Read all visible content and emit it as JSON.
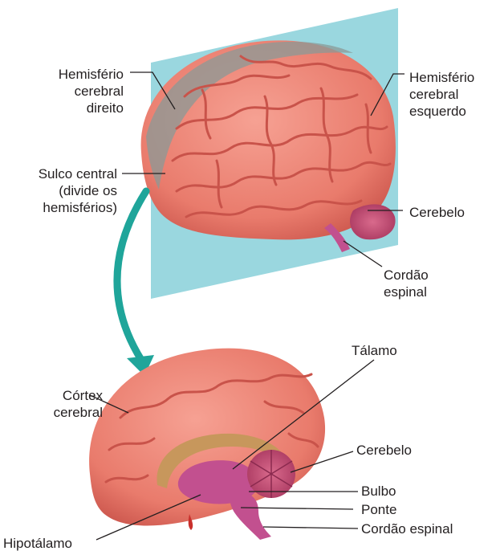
{
  "figure": {
    "top_labels": {
      "right_hemisphere": [
        "Hemisfério",
        "cerebral",
        "direito"
      ],
      "left_hemisphere": [
        "Hemisfério",
        "cerebral",
        "esquerdo"
      ],
      "central_sulcus": [
        "Sulco central",
        "(divide os",
        "hemisférios)"
      ],
      "cerebellum": "Cerebelo",
      "spinal_cord": [
        "Cordão",
        "espinal"
      ]
    },
    "bottom_labels": {
      "thalamus": "Tálamo",
      "cerebral_cortex": [
        "Córtex",
        "cerebral"
      ],
      "cerebellum": "Cerebelo",
      "medulla": "Bulbo",
      "pons": "Ponte",
      "spinal_cord": "Cordão espinal",
      "hypothalamus": "Hipotálamo"
    },
    "colors": {
      "brain": "#e97b6c",
      "brain_dark": "#c9534a",
      "plane": "#8fd3dc",
      "arrow": "#1fa59a",
      "brainstem": "#c2508f",
      "leader": "#231f20"
    }
  }
}
